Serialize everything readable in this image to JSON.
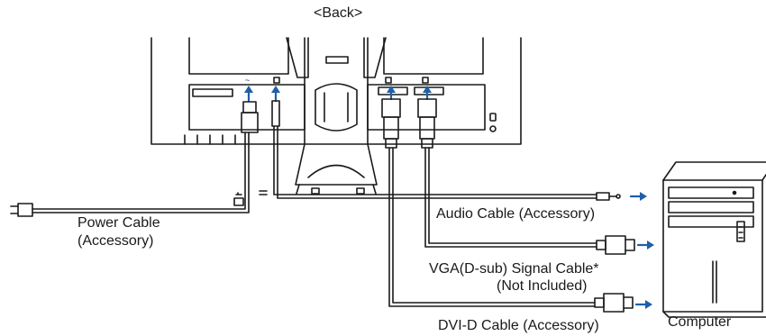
{
  "title": "<Back>",
  "labels": {
    "power_line1": "Power Cable",
    "power_line2": "(Accessory)",
    "audio": "Audio Cable (Accessory)",
    "vga_line1": "VGA(D-sub) Signal Cable*",
    "vga_line2": "(Not Included)",
    "dvi": "DVI-D Cable (Accessory)",
    "computer": "Computer"
  },
  "colors": {
    "line": "#1a1a1a",
    "arrow": "#1f5fa8",
    "background": "#ffffff"
  }
}
